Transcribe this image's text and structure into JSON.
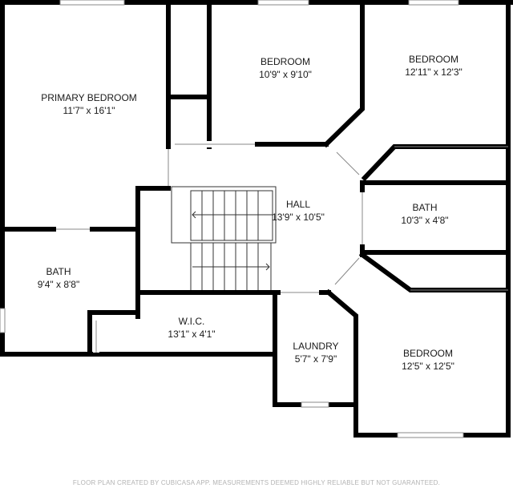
{
  "rooms": {
    "primary_bedroom": {
      "name": "PRIMARY BEDROOM",
      "dims": "11'7\" x 16'1\""
    },
    "bedroom_1": {
      "name": "BEDROOM",
      "dims": "10'9\" x 9'10\""
    },
    "bedroom_2": {
      "name": "BEDROOM",
      "dims": "12'11\" x 12'3\""
    },
    "hall": {
      "name": "HALL",
      "dims": "13'9\" x 10'5\""
    },
    "bath_1": {
      "name": "BATH",
      "dims": "10'3\" x 4'8\""
    },
    "bath_2": {
      "name": "BATH",
      "dims": "9'4\" x 8'8\""
    },
    "wic": {
      "name": "W.I.C.",
      "dims": "13'1\" x 4'1\""
    },
    "laundry": {
      "name": "LAUNDRY",
      "dims": "5'7\" x 7'9\""
    },
    "bedroom_3": {
      "name": "BEDROOM",
      "dims": "12'5\" x 12'5\""
    }
  },
  "footer": "FLOOR PLAN CREATED BY CUBICASA APP. MEASUREMENTS DEEMED HIGHLY RELIABLE BUT NOT GUARANTEED."
}
